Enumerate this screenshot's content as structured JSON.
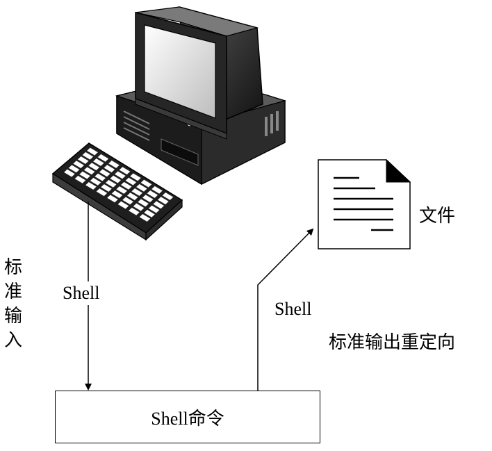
{
  "labels": {
    "stdin": "标准输入",
    "shell_in": "Shell",
    "shell_out": "Shell",
    "redirect": "标准输出重定向",
    "file": "文件",
    "command": "Shell命令"
  },
  "icons": [
    "computer-icon",
    "keyboard-icon",
    "document-icon"
  ],
  "colors": {
    "stroke": "#000000",
    "monitor_dark": "#1e1e1e",
    "monitor_mid": "#3a3a3a",
    "screen_light": "#f2f2f2",
    "keyboard_dark": "#2a2a2a",
    "key_light": "#ffffff"
  }
}
